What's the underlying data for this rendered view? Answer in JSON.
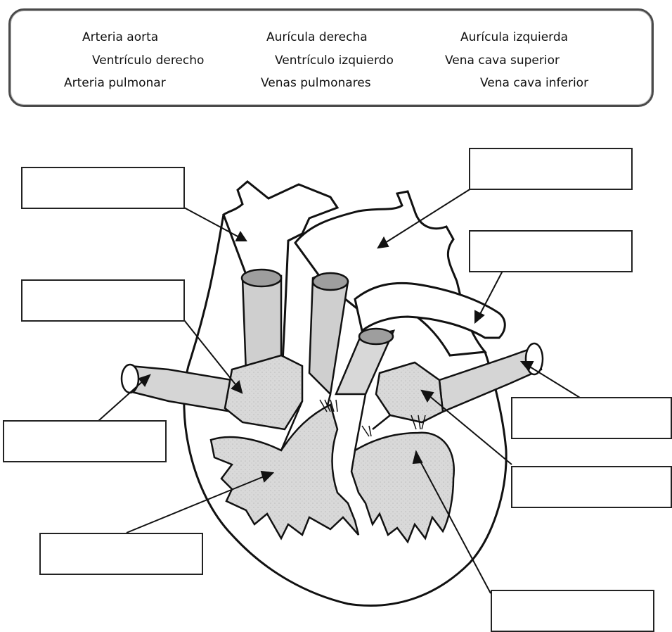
{
  "word_bank": {
    "terms": [
      "Arteria aorta",
      "Aurícula derecha",
      "Aurícula izquierda",
      "Ventrículo derecho",
      "Ventrículo izquierdo",
      "Vena cava superior",
      "Arteria pulmonar",
      "Venas pulmonares",
      "Vena cava inferior"
    ]
  },
  "label_boxes": [
    "",
    "",
    "",
    "",
    "",
    "",
    "",
    "",
    "",
    ""
  ]
}
